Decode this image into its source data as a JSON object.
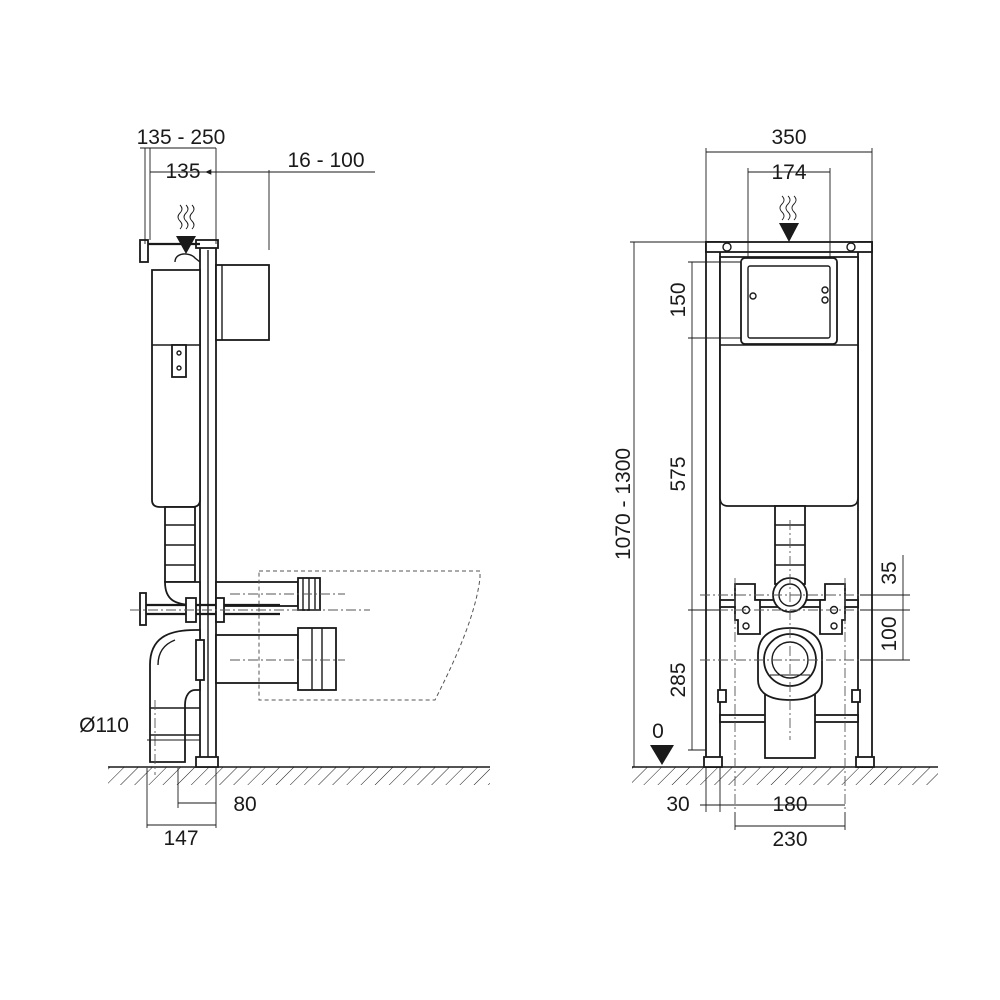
{
  "side_view": {
    "dim_top_range": "135 - 250",
    "dim_frame_depth": "135",
    "dim_panel_range": "16 - 100",
    "dim_pipe_diameter": "Ø110",
    "dim_outlet_offset": "80",
    "dim_outlet_total": "147"
  },
  "front_view": {
    "dim_width": "350",
    "dim_flush_plate_width": "174",
    "dim_height_range": "1070 - 1300",
    "dim_panel_height": "150",
    "dim_tank_height": "575",
    "dim_outlet_height": "285",
    "dim_zero_label": "0",
    "dim_inlet_offset": "35",
    "dim_bolt_spacing": "100",
    "dim_leg_offset": "30",
    "dim_bolt_width": "180",
    "dim_outlet_width": "230"
  },
  "colors": {
    "line": "#1a1a1a",
    "background": "#ffffff"
  }
}
